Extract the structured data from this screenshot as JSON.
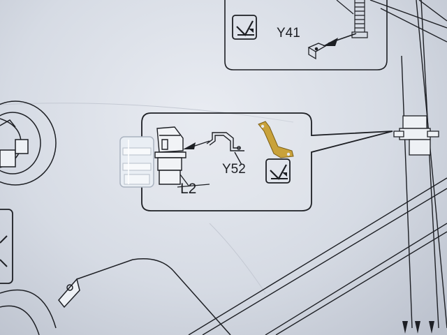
{
  "labels": {
    "y41": "Y41",
    "y52": "Y52",
    "l2": "L2"
  },
  "colors": {
    "paper": "#e3e7ee",
    "ink": "#1d1f24",
    "brass": "#c9a23a",
    "clear_part": "#eef3f8"
  },
  "icons": [
    "photo-etch-symbol",
    "photo-etch-symbol"
  ]
}
